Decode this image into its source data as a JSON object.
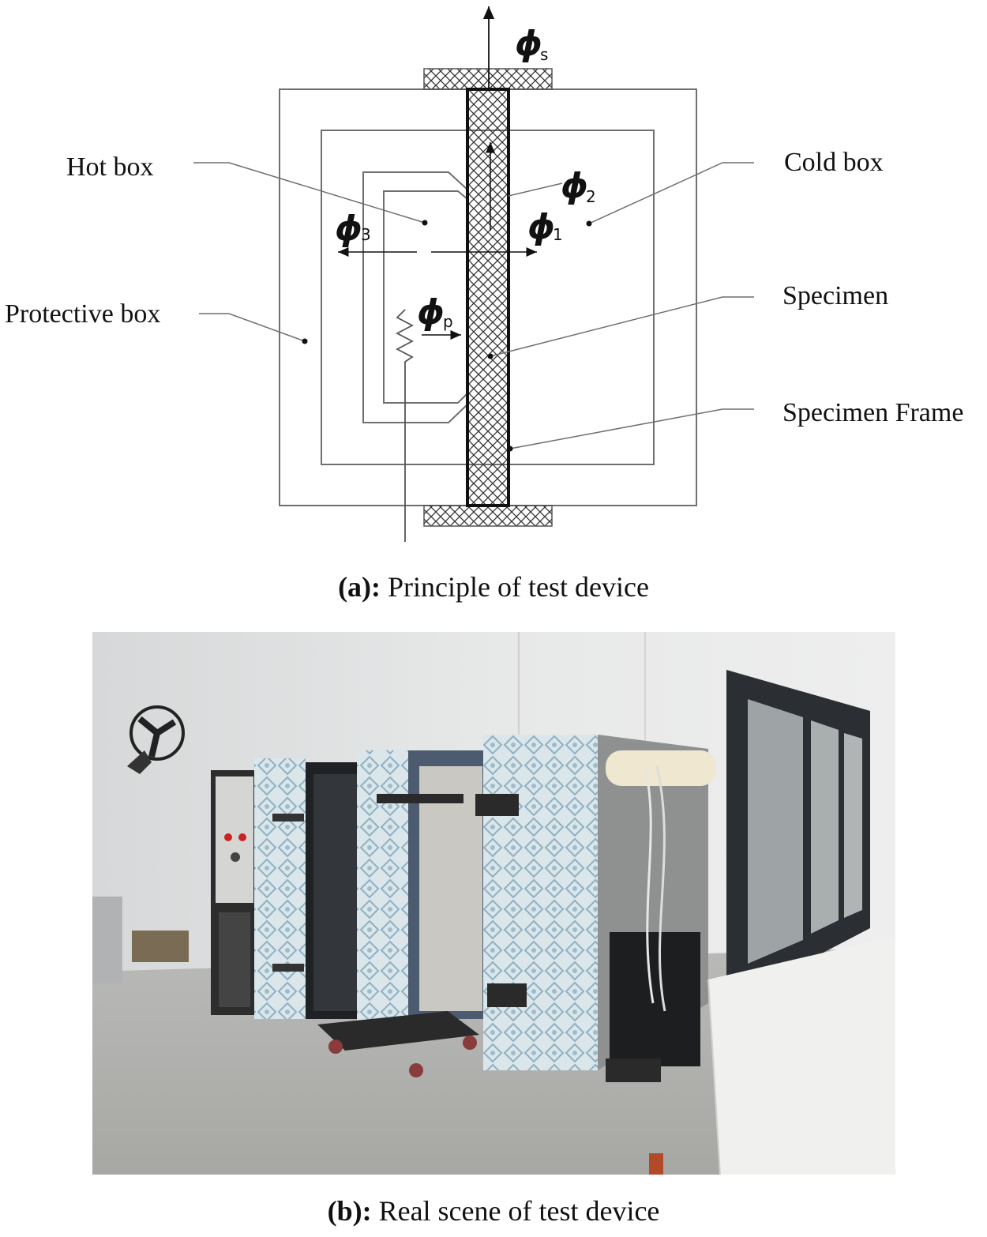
{
  "labels": {
    "hot_box": "Hot box",
    "cold_box": "Cold box",
    "protective_box": "Protective box",
    "specimen": "Specimen",
    "specimen_frame": "Specimen Frame"
  },
  "flux": {
    "symbol": "ϕ",
    "s": "s",
    "one": "1",
    "two": "2",
    "three": "3",
    "p": "p"
  },
  "captions": {
    "a_prefix": "(a):",
    "a_text": " Principle of test device",
    "b_prefix": "(b):",
    "b_text": " Real scene of test device"
  },
  "colors": {
    "line": "#6f6f6f",
    "specimen_border": "#111111",
    "hatch": "#333333"
  }
}
